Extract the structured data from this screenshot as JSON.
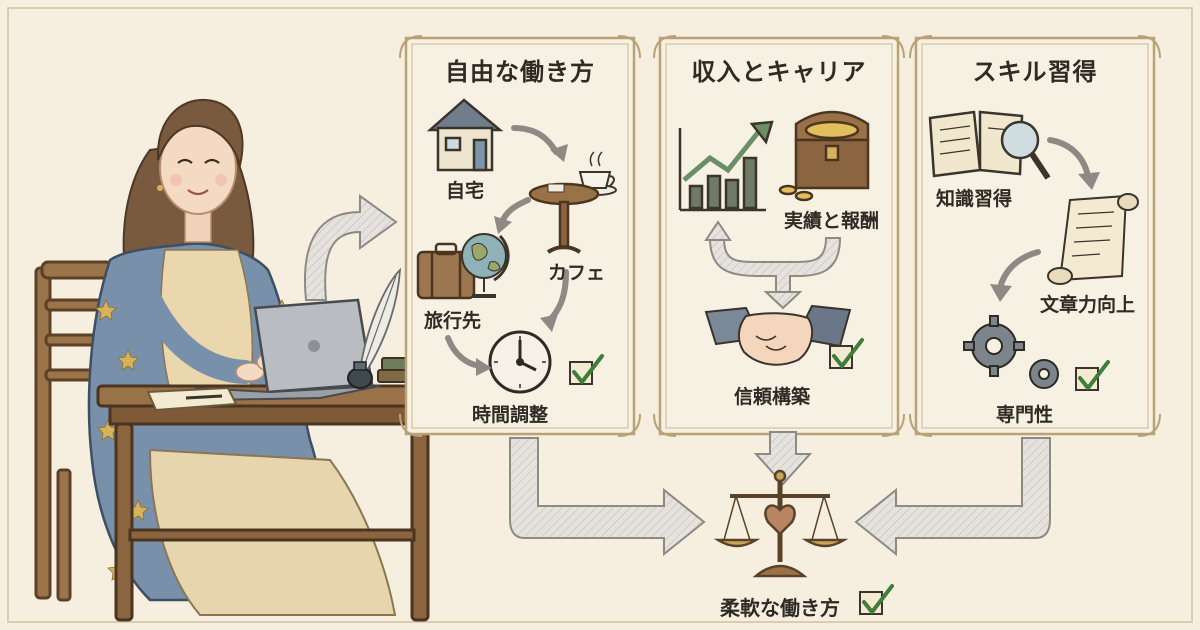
{
  "panels": [
    {
      "title": "自由な働き方",
      "items": [
        "自宅",
        "カフェ",
        "旅行先",
        "時間調整"
      ]
    },
    {
      "title": "収入とキャリア",
      "items": [
        "実績と報酬",
        "信頼構築"
      ]
    },
    {
      "title": "スキル習得",
      "items": [
        "知識習得",
        "文章力向上",
        "専門性"
      ]
    }
  ],
  "outcome": {
    "label": "柔軟な働き方"
  },
  "colors": {
    "paper": "#f6efe0",
    "frame_gold": "#b9a277",
    "ink": "#3a342c",
    "arrow_fill": "#e4e1dc",
    "arrow_stroke": "#8d8a86",
    "check_green": "#3f7d3a",
    "robe_blue": "#6f88a3"
  },
  "icons": [
    "house-icon",
    "coffee-cup-icon",
    "cafe-table-icon",
    "suitcase-icon",
    "globe-icon",
    "clock-icon",
    "growth-chart-icon",
    "treasure-chest-icon",
    "handshake-icon",
    "book-magnifier-icon",
    "scroll-icon",
    "gears-icon",
    "balance-scale-icon",
    "checkbox-icon",
    "laptop-icon",
    "quill-icon",
    "inkpot-icon"
  ]
}
